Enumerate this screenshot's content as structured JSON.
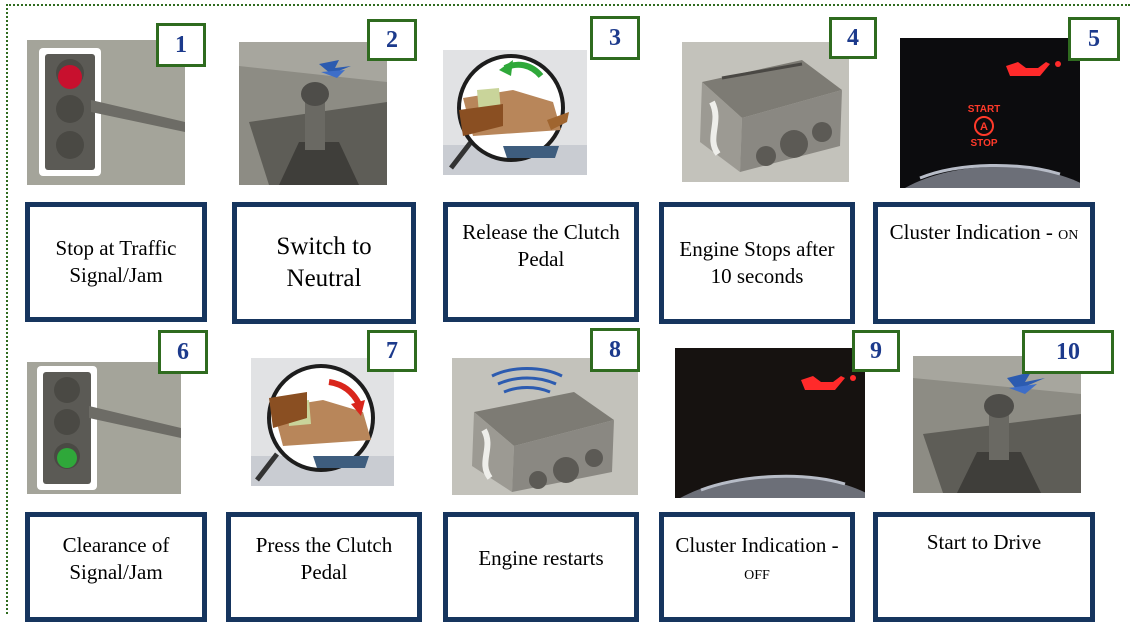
{
  "steps": [
    {
      "number": "1",
      "caption": "Stop at Traffic Signal/Jam",
      "icon": "traffic-light-red-icon"
    },
    {
      "number": "2",
      "caption": "Switch to Neutral",
      "icon": "gear-shifter-neutral-icon"
    },
    {
      "number": "3",
      "caption": "Release the Clutch Pedal",
      "icon": "clutch-pedal-release-icon"
    },
    {
      "number": "4",
      "caption": "Engine Stops after 10 seconds",
      "icon": "engine-stopped-icon"
    },
    {
      "number": "5",
      "caption_main": "Cluster Indication - ",
      "caption_state": "ON",
      "icon": "cluster-start-stop-on-icon",
      "cluster_text_1": "START",
      "cluster_text_2": "A",
      "cluster_text_3": "STOP"
    },
    {
      "number": "6",
      "caption": "Clearance of Signal/Jam",
      "icon": "traffic-light-green-icon"
    },
    {
      "number": "7",
      "caption": "Press the Clutch Pedal",
      "icon": "clutch-pedal-press-icon"
    },
    {
      "number": "8",
      "caption": "Engine restarts",
      "icon": "engine-running-icon"
    },
    {
      "number": "9",
      "caption_main": "Cluster Indication - ",
      "caption_state": "OFF",
      "icon": "cluster-start-stop-off-icon"
    },
    {
      "number": "10",
      "caption": "Start to Drive",
      "icon": "gear-shifter-drive-icon"
    }
  ],
  "colors": {
    "number_border": "#2f6b1f",
    "number_text": "#1c3a8c",
    "caption_border": "#16355e",
    "signal_red": "#c8102e",
    "signal_green": "#2fa83a",
    "warning_red": "#ff2a2a"
  }
}
